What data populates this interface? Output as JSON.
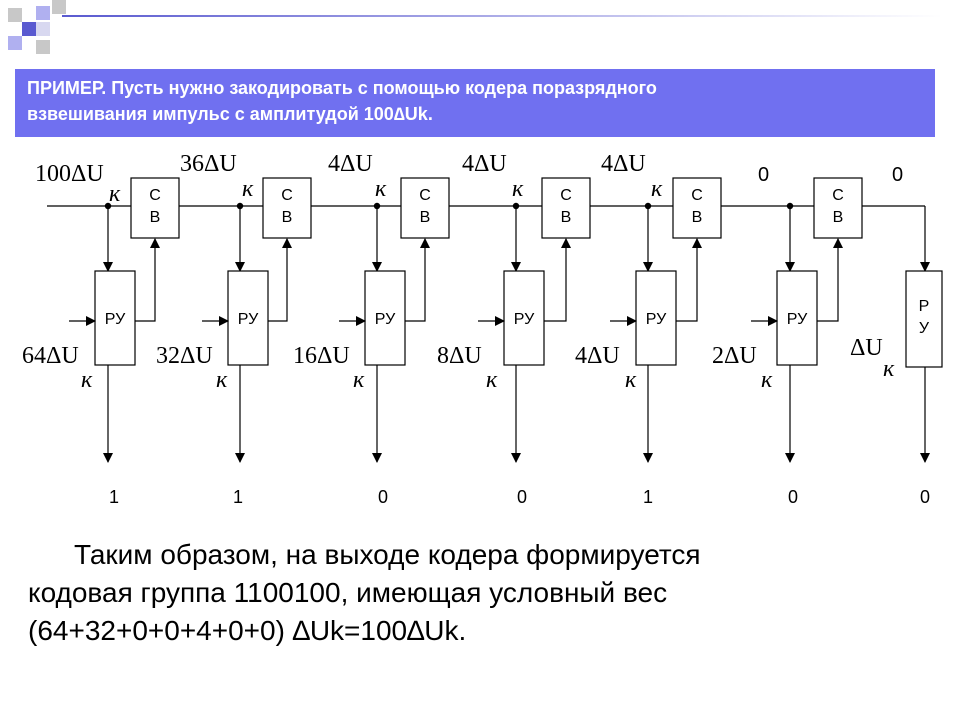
{
  "slide": {
    "title_lines": [
      "ПРИМЕР. Пусть нужно закодировать с помощью кодера поразрядного",
      "взвешивания импульс с амплитудой 100∆Uk."
    ],
    "body_lines": [
      "Таким образом, на выходе кодера формируется",
      "кодовая группа 1100100, имеющая условный вес",
      "(64+32+0+0+4+0+0) ∆Uk=100∆Uk."
    ]
  },
  "diagram": {
    "cv_label": [
      "С",
      "В"
    ],
    "ru_label": "РУ",
    "ru_last_label": [
      "Р",
      "У"
    ],
    "k": "к",
    "input_amplitude": "100ΔU",
    "residual_labels": [
      "36ΔU",
      "4ΔU",
      "4ΔU",
      "4ΔU",
      "0",
      "0"
    ],
    "reference_labels": [
      "64ΔU",
      "32ΔU",
      "16ΔU",
      "8ΔU",
      "4ΔU",
      "2ΔU",
      "ΔU"
    ],
    "outputs": [
      "1",
      "1",
      "0",
      "0",
      "1",
      "0",
      "0"
    ]
  },
  "colors": {
    "title_bar": "#7070f0",
    "deco_dark": "#5a5ad0",
    "deco_light": "#b0b0f0",
    "deco_gray": "#c8c8c8"
  }
}
